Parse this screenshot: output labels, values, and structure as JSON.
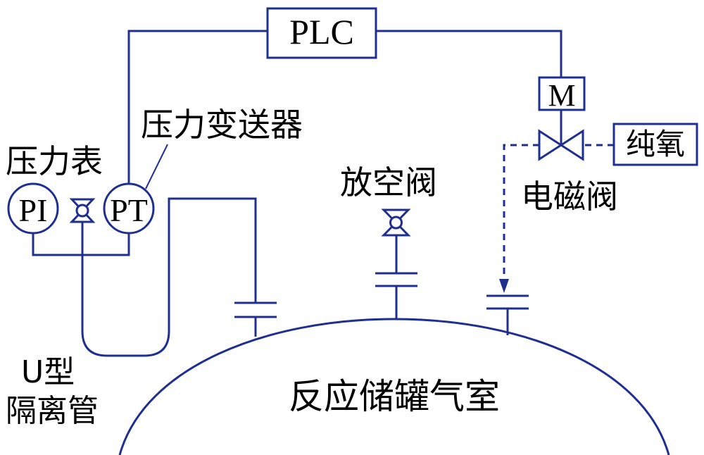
{
  "labels": {
    "plc": "PLC",
    "motor": "M",
    "pure_oxygen": "纯氧",
    "solenoid_valve": "电磁阀",
    "pressure_gauge": "压力表",
    "pressure_transmitter": "压力变送器",
    "pi": "PI",
    "pt": "PT",
    "vent_valve": "放空阀",
    "u_tube_line1": "U型",
    "u_tube_line2": "隔离管",
    "vessel": "反应储罐气室"
  },
  "colors": {
    "line": "#1f2f8f",
    "text": "#000000",
    "background": "#ffffff"
  }
}
